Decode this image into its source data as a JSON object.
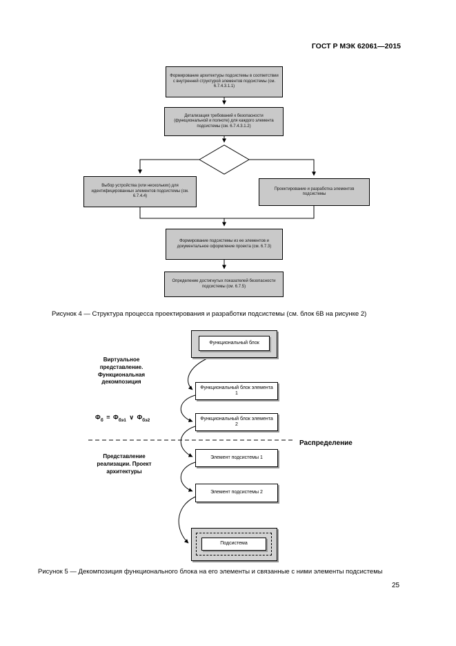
{
  "page": {
    "header": "ГОСТ Р МЭК 62061—2015",
    "number": "25"
  },
  "fig4": {
    "boxes": {
      "architecture": "Формирование архитектуры подсистемы в соответствии с внутренней структурой элементов подсистемы (см. 6.7.4.3.1.1)",
      "requirements": "Детализация требований к безопасности (функциональной и полноте) для каждого элемента подсистемы (см. 6.7.4.3.1.2)",
      "select_devices": "Выбор устройства (или нескольких) для идентифицированных элементов подсистемы (см. 6.7.4.4)",
      "design_elements": "Проектирование и разработка элементов подсистемы",
      "assembly": "Формирование подсистемы из ее элементов и документальное оформление проекта (см. 6.7.3)",
      "safety_performance": "Определение достигнутых показателей безопасности подсистемы (см. 6.7.5)"
    },
    "caption": "Рисунок 4 — Структура процесса проектирования и разработки подсистемы (см. блок 6В на рисунке 2)"
  },
  "fig5": {
    "functional_block": "Функциональный блок",
    "virtual_label": "Виртуальное представление. Функциональная декомпозиция",
    "elem_block1": "Функциональный блок элемента 1",
    "elem_block2": "Функциональный блок элемента 2",
    "formula": {
      "f": "Ф",
      "sub": "б",
      "eq": "=",
      "f1": "Ф",
      "sub1": "бэ1",
      "op": "∨",
      "f2": "Ф",
      "sub2": "бэ2"
    },
    "distribution_label": "Распределение",
    "realization_label": "Представление реализации. Проект архитектуры",
    "subsystem_elem1": "Элемент подсистемы 1",
    "subsystem_elem2": "Элемент подсистемы 2",
    "subsystem": "Подсистема",
    "caption": "Рисунок 5 — Декомпозиция функционального блока на его элементы и связанные с ними элементы подсистемы"
  }
}
